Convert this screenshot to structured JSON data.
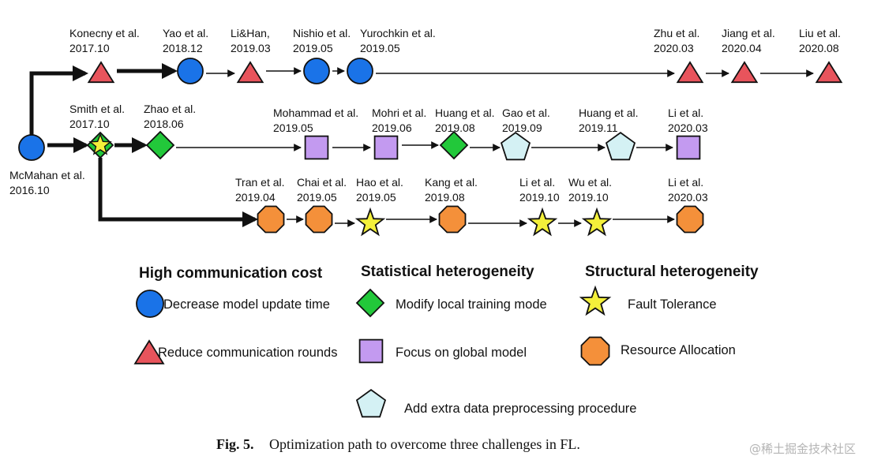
{
  "colors": {
    "circle": "#1a73e8",
    "triangle": "#e8545c",
    "diamond": "#22c83a",
    "square": "#c39af0",
    "pentagon": "#d4f1f4",
    "star": "#f4f03a",
    "octagon": "#f4903a"
  },
  "nodes": [
    {
      "id": "mcmahan",
      "shape": "circle",
      "author": "McMahan et al.",
      "year": "2016.10"
    },
    {
      "id": "konecny",
      "shape": "triangle",
      "author": "Konecny et al.",
      "year": "2017.10"
    },
    {
      "id": "yao",
      "shape": "circle",
      "author": "Yao et al.",
      "year": "2018.12"
    },
    {
      "id": "lihan",
      "shape": "triangle",
      "author": "Li&Han,",
      "year": "2019.03"
    },
    {
      "id": "nishio",
      "shape": "circle",
      "author": "Nishio et al.",
      "year": "2019.05"
    },
    {
      "id": "yurochkin",
      "shape": "circle",
      "author": "Yurochkin et al.",
      "year": "2019.05"
    },
    {
      "id": "zhu",
      "shape": "triangle",
      "author": "Zhu et al.",
      "year": "2020.03"
    },
    {
      "id": "jiang",
      "shape": "triangle",
      "author": "Jiang et al.",
      "year": "2020.04"
    },
    {
      "id": "liu",
      "shape": "triangle",
      "author": "Liu et al.",
      "year": "2020.08"
    },
    {
      "id": "smith",
      "shape": "diamond-star",
      "author": "Smith et al.",
      "year": "2017.10"
    },
    {
      "id": "zhao",
      "shape": "diamond",
      "author": "Zhao et al.",
      "year": "2018.06"
    },
    {
      "id": "mohammad",
      "shape": "square",
      "author": "Mohammad et al.",
      "year": "2019.05"
    },
    {
      "id": "mohri",
      "shape": "square",
      "author": "Mohri et al.",
      "year": "2019.06"
    },
    {
      "id": "huang1",
      "shape": "diamond",
      "author": "Huang et al.",
      "year": "2019.08"
    },
    {
      "id": "gao",
      "shape": "pentagon",
      "author": "Gao et al.",
      "year": "2019.09"
    },
    {
      "id": "huang2",
      "shape": "pentagon",
      "author": "Huang et al.",
      "year": "2019.11"
    },
    {
      "id": "li_mid",
      "shape": "square",
      "author": "Li et al.",
      "year": "2020.03"
    },
    {
      "id": "tran",
      "shape": "octagon",
      "author": "Tran et al.",
      "year": "2019.04"
    },
    {
      "id": "chai",
      "shape": "octagon",
      "author": "Chai et al.",
      "year": "2019.05"
    },
    {
      "id": "hao",
      "shape": "star",
      "author": "Hao et al.",
      "year": "2019.05"
    },
    {
      "id": "kang",
      "shape": "octagon",
      "author": "Kang et al.",
      "year": "2019.08"
    },
    {
      "id": "li_b1",
      "shape": "star",
      "author": "Li et al.",
      "year": "2019.10"
    },
    {
      "id": "wu",
      "shape": "star",
      "author": "Wu et al.",
      "year": "2019.10"
    },
    {
      "id": "li_b2",
      "shape": "octagon",
      "author": "Li et al.",
      "year": "2020.03"
    }
  ],
  "edges": [
    [
      "mcmahan",
      "konecny"
    ],
    [
      "konecny",
      "yao"
    ],
    [
      "yao",
      "lihan"
    ],
    [
      "lihan",
      "nishio"
    ],
    [
      "nishio",
      "yurochkin"
    ],
    [
      "yurochkin",
      "zhu"
    ],
    [
      "zhu",
      "jiang"
    ],
    [
      "jiang",
      "liu"
    ],
    [
      "mcmahan",
      "smith"
    ],
    [
      "smith",
      "zhao"
    ],
    [
      "zhao",
      "mohammad"
    ],
    [
      "mohammad",
      "mohri"
    ],
    [
      "mohri",
      "huang1"
    ],
    [
      "huang1",
      "gao"
    ],
    [
      "gao",
      "huang2"
    ],
    [
      "huang2",
      "li_mid"
    ],
    [
      "smith",
      "tran"
    ],
    [
      "tran",
      "chai"
    ],
    [
      "chai",
      "hao"
    ],
    [
      "hao",
      "kang"
    ],
    [
      "kang",
      "li_b1"
    ],
    [
      "li_b1",
      "wu"
    ],
    [
      "wu",
      "li_b2"
    ]
  ],
  "legend": {
    "headers": [
      "High communication cost",
      "Statistical heterogeneity",
      "Structural heterogeneity"
    ],
    "items": [
      {
        "shape": "circle",
        "label": "Decrease model update time"
      },
      {
        "shape": "triangle",
        "label": "Reduce communication rounds"
      },
      {
        "shape": "diamond",
        "label": "Modify local training mode"
      },
      {
        "shape": "square",
        "label": "Focus on global model"
      },
      {
        "shape": "pentagon",
        "label": "Add extra data preprocessing procedure"
      },
      {
        "shape": "star",
        "label": "Fault Tolerance"
      },
      {
        "shape": "octagon",
        "label": "Resource Allocation"
      }
    ]
  },
  "caption": {
    "label": "Fig. 5.",
    "text": "Optimization path to overcome three challenges in FL."
  },
  "watermark": "@稀土掘金技术社区"
}
